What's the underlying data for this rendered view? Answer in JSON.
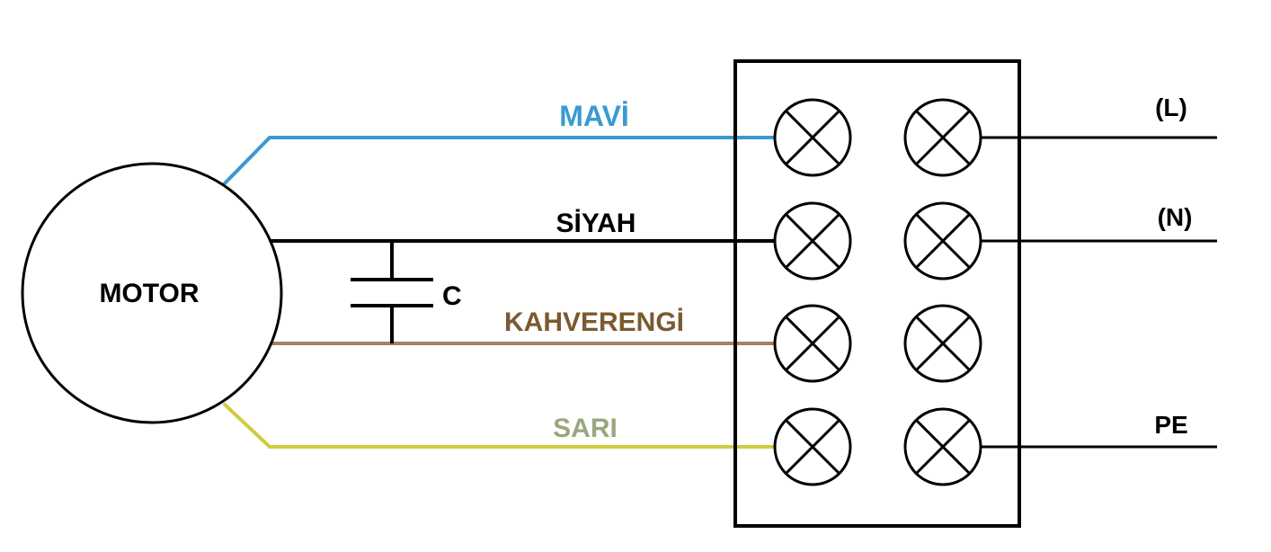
{
  "motor": {
    "label": "MOTOR"
  },
  "capacitor": {
    "label": "C"
  },
  "wires": {
    "blue": {
      "label": "MAVİ",
      "color": "#3a9ad0"
    },
    "black": {
      "label": "SİYAH",
      "color": "#000000"
    },
    "brown": {
      "label": "KAHVERENGİ",
      "color": "#a87f5f",
      "text_color": "#7a5a2e"
    },
    "yellow": {
      "label": "SARI",
      "color": "#cfcc3e",
      "text_color": "#9aa77e"
    }
  },
  "supply": {
    "line": "(L)",
    "neutral": "(N)",
    "earth": "PE"
  }
}
